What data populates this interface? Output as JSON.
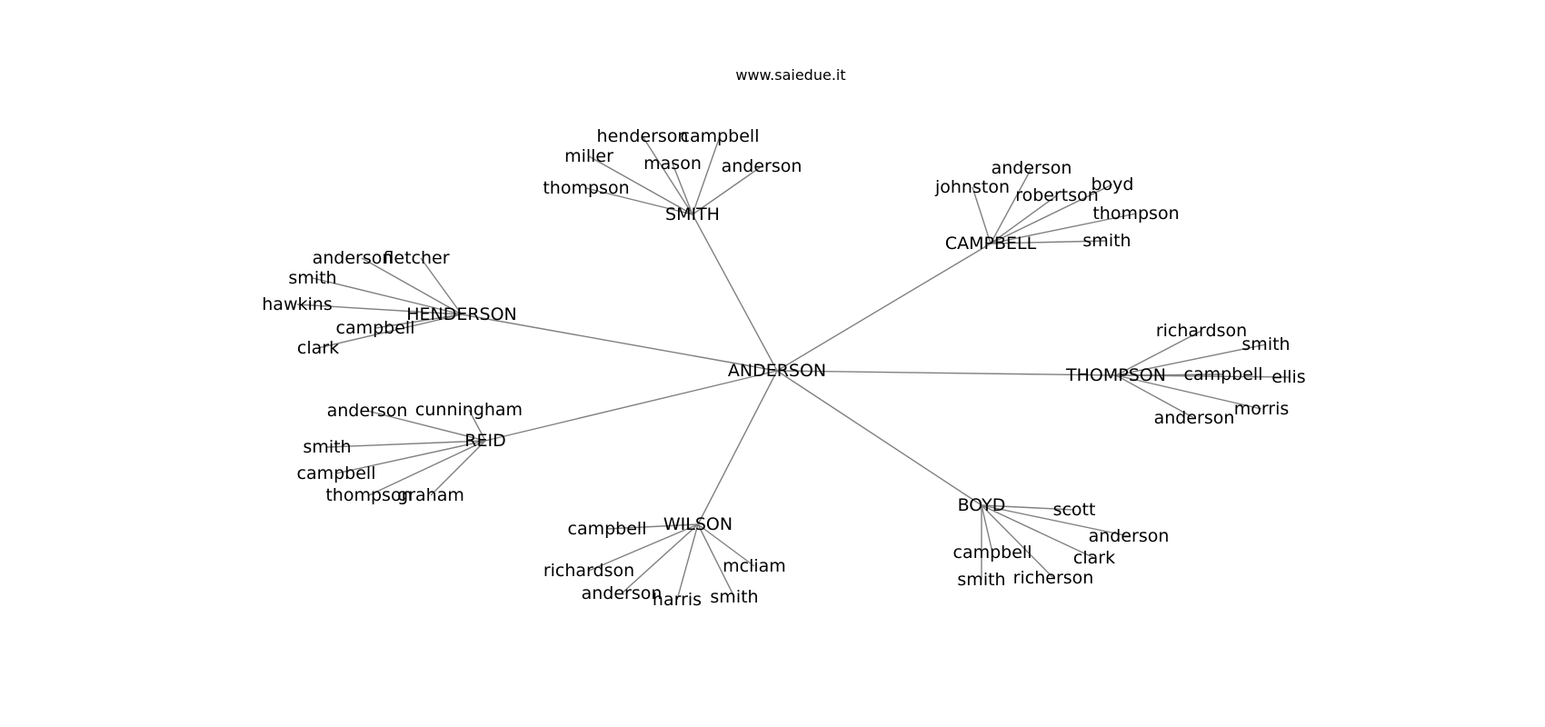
{
  "title": "www.saiedue.it",
  "colors": {
    "edge": "#808080",
    "text": "#000000",
    "background": "#ffffff"
  },
  "graph": {
    "root": "ANDERSON",
    "clusters": [
      {
        "hub": "SMITH",
        "leaves": [
          "henderson",
          "campbell",
          "miller",
          "mason",
          "anderson",
          "thompson"
        ]
      },
      {
        "hub": "CAMPBELL",
        "leaves": [
          "anderson",
          "johnston",
          "boyd",
          "robertson",
          "thompson",
          "smith"
        ]
      },
      {
        "hub": "HENDERSON",
        "leaves": [
          "anderson",
          "fletcher",
          "smith",
          "hawkins",
          "campbell",
          "clark"
        ]
      },
      {
        "hub": "THOMPSON",
        "leaves": [
          "richardson",
          "smith",
          "campbell",
          "ellis",
          "morris",
          "anderson"
        ]
      },
      {
        "hub": "REID",
        "leaves": [
          "anderson",
          "cunningham",
          "smith",
          "campbell",
          "thompson",
          "graham"
        ]
      },
      {
        "hub": "WILSON",
        "leaves": [
          "campbell",
          "richardson",
          "mcliam",
          "anderson",
          "harris",
          "smith"
        ]
      },
      {
        "hub": "BOYD",
        "leaves": [
          "scott",
          "anderson",
          "campbell",
          "clark",
          "richerson",
          "smith"
        ]
      }
    ]
  }
}
